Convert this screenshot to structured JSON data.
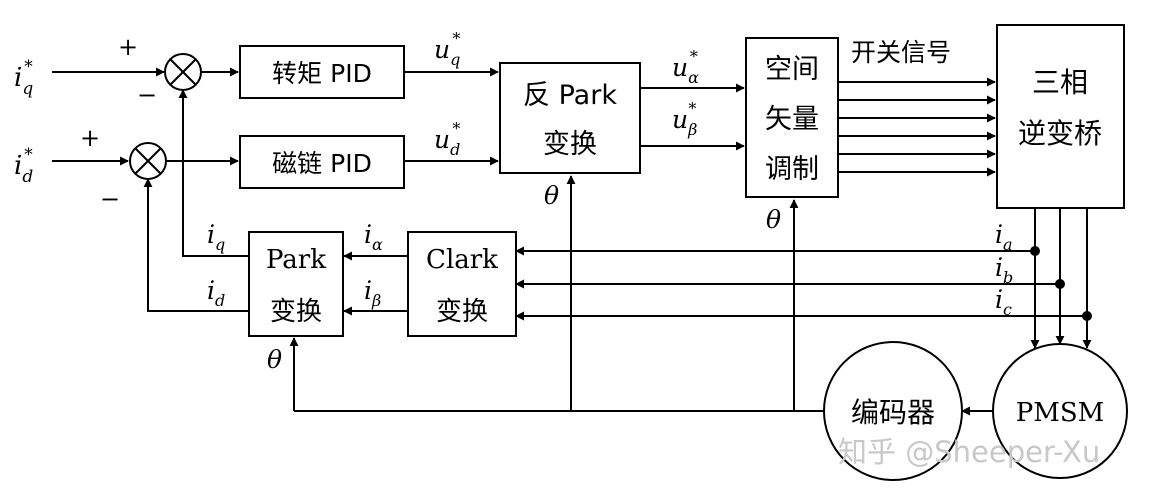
{
  "inputs": {
    "iq_ref": {
      "sym": "i",
      "sub": "q",
      "sup": "*"
    },
    "id_ref": {
      "sym": "i",
      "sub": "d",
      "sup": "*"
    }
  },
  "signs": {
    "plus": "+",
    "minus": "−"
  },
  "blocks": {
    "torque_pid": "转矩 PID",
    "flux_pid": "磁链 PID",
    "inv_park": [
      "反 Park",
      "变换"
    ],
    "svm": [
      "空间",
      "矢量",
      "调制"
    ],
    "inverter": [
      "三相",
      "逆变桥"
    ],
    "park": [
      "Park",
      "变换"
    ],
    "clark": [
      "Clark",
      "变换"
    ],
    "encoder": "编码器",
    "motor": "PMSM"
  },
  "signals": {
    "uq": {
      "sym": "u",
      "sub": "q",
      "sup": "*"
    },
    "ud": {
      "sym": "u",
      "sub": "d",
      "sup": "*"
    },
    "ualpha": {
      "sym": "u",
      "sub": "α",
      "sup": "*"
    },
    "ubeta": {
      "sym": "u",
      "sub": "β",
      "sup": "*"
    },
    "switch_signal": "开关信号",
    "theta": "θ",
    "iq": {
      "sym": "i",
      "sub": "q"
    },
    "id": {
      "sym": "i",
      "sub": "d"
    },
    "ialpha": {
      "sym": "i",
      "sub": "α"
    },
    "ibeta": {
      "sym": "i",
      "sub": "β"
    },
    "ia": {
      "sym": "i",
      "sub": "a"
    },
    "ib": {
      "sym": "i",
      "sub": "b"
    },
    "ic": {
      "sym": "i",
      "sub": "c"
    }
  },
  "watermark": "知乎 @Sheeper-Xu"
}
